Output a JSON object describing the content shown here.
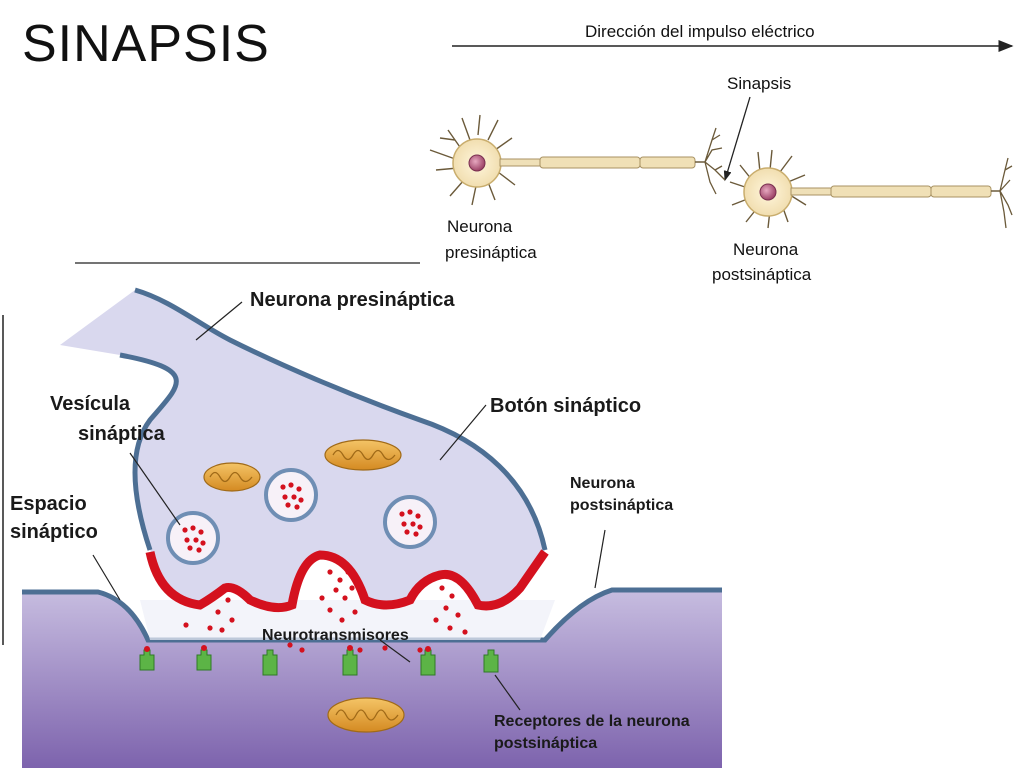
{
  "slide": {
    "title": "SINAPSIS"
  },
  "top_diagram": {
    "direction_label": "Dirección del impulso eléctrico",
    "synapse_label": "Sinapsis",
    "pre_neuron": [
      "Neurona",
      "presináptica"
    ],
    "post_neuron": [
      "Neurona",
      "postsináptica"
    ]
  },
  "bottom_diagram": {
    "pre_neuron": "Neurona presináptica",
    "vesicle": [
      "Vesícula",
      "sináptica"
    ],
    "button": "Botón sináptico",
    "cleft": [
      "Espacio",
      "sináptico"
    ],
    "post_neuron": [
      "Neurona",
      "postsináptica"
    ],
    "neurotransmitters": "Neurotransmisores",
    "receptors": [
      "Receptores de la neurona",
      "postsináptica"
    ]
  }
}
